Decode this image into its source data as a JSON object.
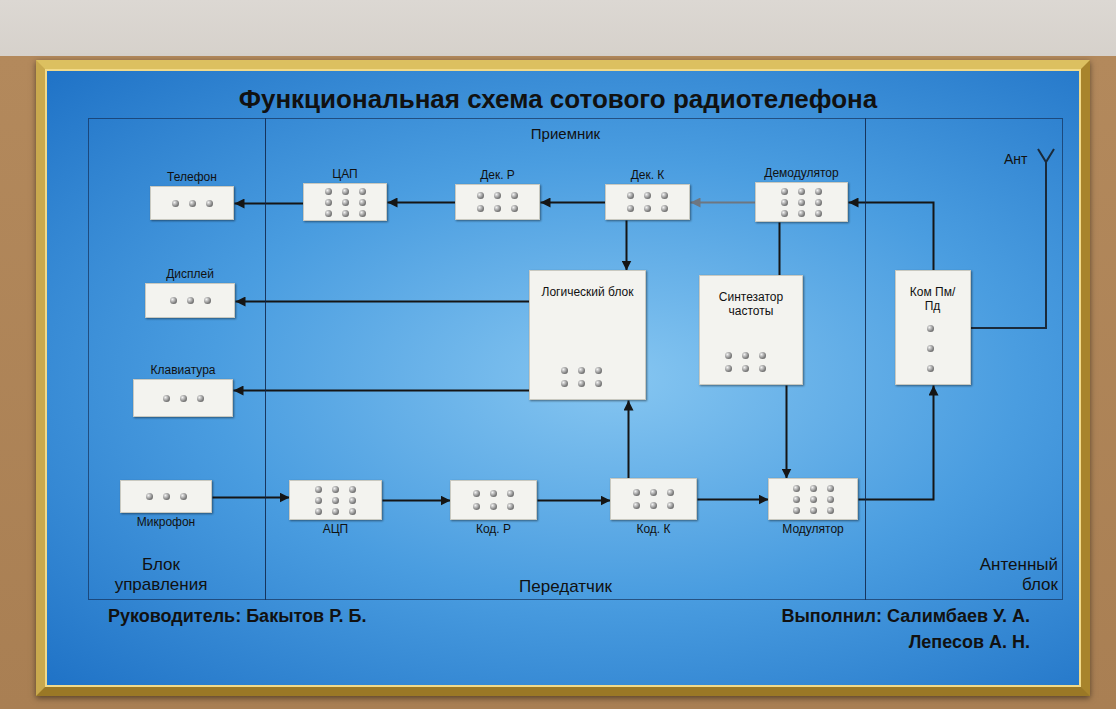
{
  "diagram": {
    "title": "Функциональная схема сотового радиотелефона",
    "nodes": [
      {
        "text": [
          "Блок управления"
        ]
      },
      {
        "text": [
          "Телефон"
        ],
        "in": 0
      },
      {
        "text": [
          "Дисплей"
        ],
        "in": 0
      },
      {
        "text": [
          "Клавиатура"
        ],
        "in": 0
      },
      {
        "text": [
          "Микрофон"
        ],
        "in": 0
      },
      {
        "text": [
          "Приемник",
          "Передатчик"
        ]
      },
      {
        "text": [
          "ЦАП"
        ],
        "in": 5
      },
      {
        "text": [
          "Дек. Р"
        ],
        "in": 5
      },
      {
        "text": [
          "Дек. К"
        ],
        "in": 5
      },
      {
        "text": [
          "Демодулятор"
        ],
        "in": 5
      },
      {
        "text": [
          "Логический блок"
        ],
        "in": 5
      },
      {
        "text": [
          "Синтезатор частоты"
        ],
        "in": 5
      },
      {
        "text": [
          "АЦП"
        ],
        "in": 5
      },
      {
        "text": [
          "Код. Р"
        ],
        "in": 5
      },
      {
        "text": [
          "Код. К"
        ],
        "in": 5
      },
      {
        "text": [
          "Модулятор"
        ],
        "in": 5
      },
      {
        "text": [
          "Ант",
          "Антенный блок"
        ]
      },
      {
        "text": [
          "Ком Пм/Пд"
        ],
        "in": 16
      }
    ],
    "edges": [
      {
        "from": 6,
        "to": 1,
        "arrow": "to"
      },
      {
        "from": 7,
        "to": 6,
        "arrow": "to"
      },
      {
        "from": 8,
        "to": 7,
        "arrow": "to"
      },
      {
        "from": 9,
        "to": 8,
        "arrow": "to"
      },
      {
        "from": 8,
        "to": 10,
        "arrow": "to"
      },
      {
        "from": 10,
        "to": 2,
        "arrow": "to"
      },
      {
        "from": 10,
        "to": 3,
        "arrow": "to"
      },
      {
        "from": 11,
        "to": 9,
        "arrow": "none"
      },
      {
        "from": 4,
        "to": 12,
        "arrow": "to"
      },
      {
        "from": 12,
        "to": 13,
        "arrow": "to"
      },
      {
        "from": 13,
        "to": 14,
        "arrow": "to"
      },
      {
        "from": 14,
        "to": 15,
        "arrow": "to"
      },
      {
        "from": 14,
        "to": 10,
        "arrow": "to"
      },
      {
        "from": 11,
        "to": 15,
        "arrow": "to"
      },
      {
        "from": 15,
        "to": 17,
        "arrow": "to"
      },
      {
        "from": 17,
        "to": 9,
        "arrow": "to"
      }
    ],
    "labels": [
      "Руководитель: Бакытов Р. Б.",
      "Выполнил: Салимбаев У. А.",
      "Лепесов А. Н."
    ]
  }
}
